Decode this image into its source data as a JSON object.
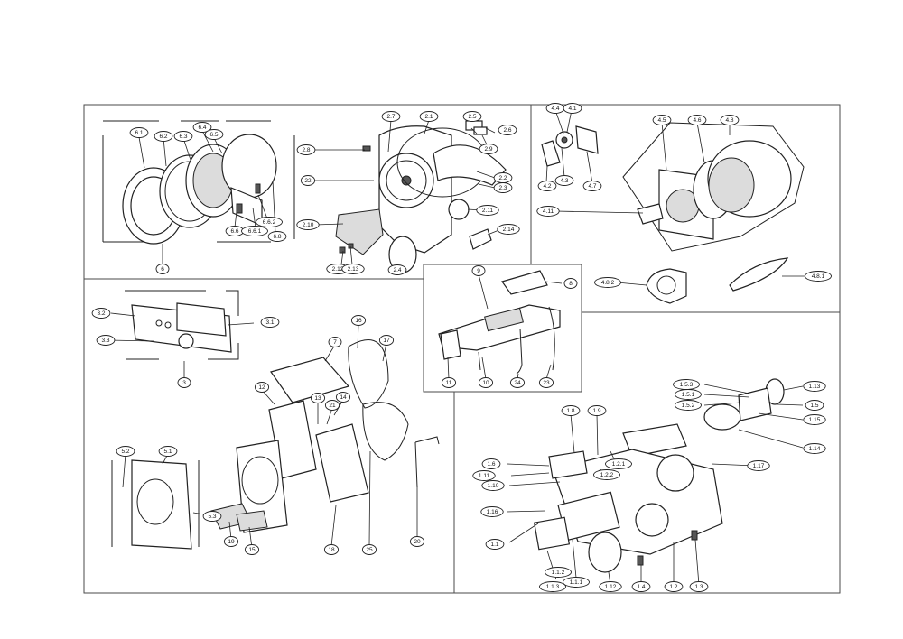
{
  "labels": {
    "l6_1": "6.1",
    "l6_2": "6.2",
    "l6_3": "6.3",
    "l6_4": "6.4",
    "l6_5": "6.5",
    "l6_6": "6.6",
    "l6_6_1": "6.6.1",
    "l6_6_2": "6.6.2",
    "l6_8": "6.8",
    "l6": "6",
    "l2_7": "2.7",
    "l2_1": "2.1",
    "l2_8": "2.8",
    "l22": "22",
    "l2_10": "2.10",
    "l2_12": "2.12",
    "l2_13": "2.13",
    "l2_4": "2.4",
    "l2_11": "2.11",
    "l2_14": "2.14",
    "l2_2": "2.2",
    "l2_3": "2.3",
    "l2_5": "2.5",
    "l2_6": "2.6",
    "l2_9": "2.9",
    "l4_4": "4.4",
    "l4_1": "4.1",
    "l4_2": "4.2",
    "l4_3": "4.3",
    "l4_7": "4.7",
    "l4_5": "4.5",
    "l4_6": "4.6",
    "l4_8": "4.8",
    "l4_11": "4.11",
    "l4_8_2": "4.8.2",
    "l4_8_1": "4.8.1",
    "l9": "9",
    "l8": "8",
    "l11": "11",
    "l10": "10",
    "l24": "24",
    "l23": "23",
    "l3_2": "3.2",
    "l3_1": "3.1",
    "l3_3": "3.3",
    "l3": "3",
    "l16": "16",
    "l7": "7",
    "l17": "17",
    "l12": "12",
    "l13": "13",
    "l21": "21",
    "l14": "14",
    "l5_2": "5.2",
    "l5_1": "5.1",
    "l5_3": "5.3",
    "l19": "19",
    "l15": "15",
    "l18": "18",
    "l25": "25",
    "l20": "20",
    "l1_5_3": "1.5.3",
    "l1_5_1": "1.5.1",
    "l1_5_2": "1.5.2",
    "l1_13": "1.13",
    "l1_5": "1.5",
    "l1_15": "1.15",
    "l1_14": "1.14",
    "l1_8": "1.8",
    "l1_9": "1.9",
    "l1_6": "1.6",
    "l1_2_1": "1.2.1",
    "l1_11": "1.11",
    "l1_2_2": "1.2.2",
    "l1_10": "1.10",
    "l1_17": "1.17",
    "l1_16": "1.16",
    "l1_1": "1.1",
    "l1_1_2": "1.1.2",
    "l1_1_1": "1.1.1",
    "l1_1_3": "1.1.3",
    "l1_12": "1.12",
    "l1_4": "1.4",
    "l1_2": "1.2",
    "l1_3": "1.3"
  }
}
